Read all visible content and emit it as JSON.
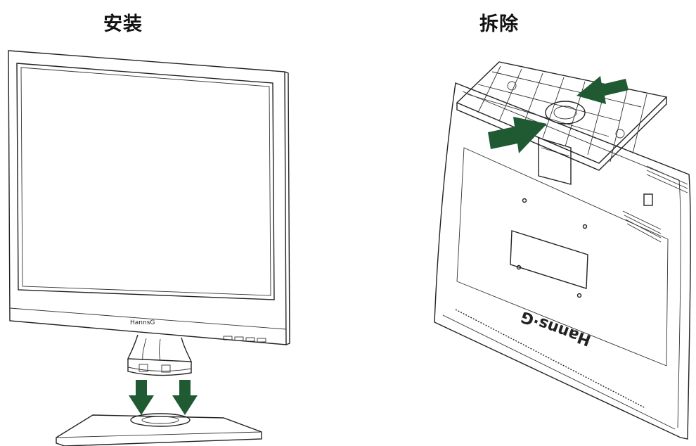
{
  "headings": {
    "install": "安装",
    "remove": "拆除"
  },
  "brand": {
    "front_logo": "HannsG",
    "rear_logo": "Hanns·G"
  },
  "colors": {
    "arrow": "#1f5a32",
    "outline": "#222222",
    "background": "#ffffff"
  }
}
